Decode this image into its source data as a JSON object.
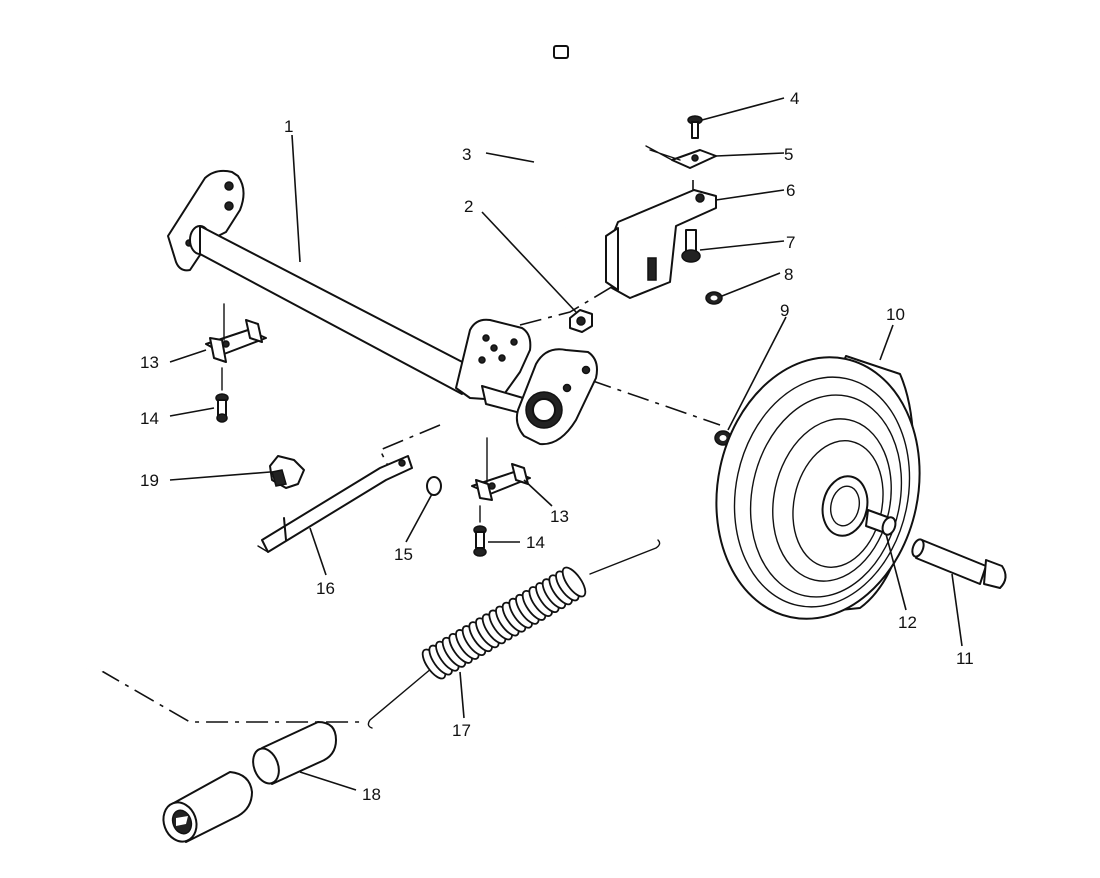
{
  "callouts": {
    "c1": "1",
    "c2": "2",
    "c3": "3",
    "c4": "4",
    "c5": "5",
    "c6": "6",
    "c7": "7",
    "c8": "8",
    "c9": "9",
    "c10": "10",
    "c11": "11",
    "c12": "12",
    "c13a": "13",
    "c13b": "13",
    "c14a": "14",
    "c14b": "14",
    "c15": "15",
    "c16": "16",
    "c17": "17",
    "c18": "18",
    "c19": "19"
  }
}
